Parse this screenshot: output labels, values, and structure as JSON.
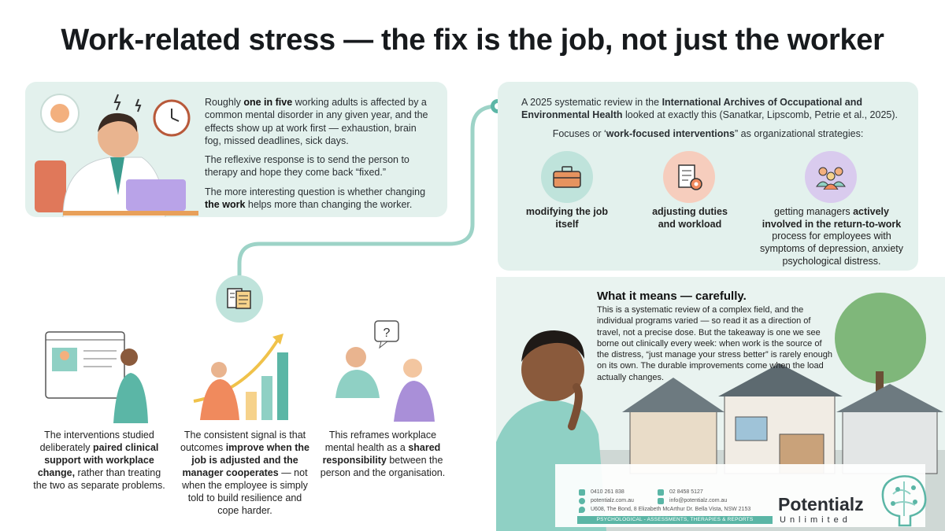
{
  "title": "Work-related stress — the fix is the job, not just the worker",
  "intro": {
    "p1_a": "Roughly ",
    "p1_b": "one in five",
    "p1_c": " working adults is affected by a common mental disorder in any given year, and the effects show up at work first — exhaustion, brain fog, missed deadlines, sick days.",
    "p2": "The reflexive response is to send the person to therapy and hope they come back “fixed.”",
    "p3_a": "The more interesting question is whether changing ",
    "p3_b": "the work",
    "p3_c": " helps more than changing the worker."
  },
  "review": {
    "h_a": "A 2025 systematic review in the ",
    "h_b": "International Archives of Occupational and Environmental Health",
    "h_c": " looked at exactly this (Sanatkar, Lipscomb, Petrie et al., 2025).",
    "sub_a": "Focuses or ‘",
    "sub_b": "work-focused interventions",
    "sub_c": "” as organizational strategies:",
    "item1": "modifying the job itself",
    "item2": "adjusting duties and workload",
    "item3_a": "getting managers ",
    "item3_b": "actively involved in the return-to-work",
    "item3_c": " process for employees with symptoms of depression, anxiety psychological distress."
  },
  "findings": {
    "f1_a": "The interventions studied deliberately ",
    "f1_b": "paired clinical support with workplace change,",
    "f1_c": " rather than treating the two as separate problems.",
    "f2_a": "The consistent signal is that outcomes ",
    "f2_b": "improve when the job is adjusted and the manager cooperates",
    "f2_c": " — not when the employee is simply told to build resilience and cope harder.",
    "f3_a": "This reframes workplace mental health as a ",
    "f3_b": "shared responsibility",
    "f3_c": " between the person and the organisation.",
    "bubble": "?"
  },
  "meaning": {
    "title": "What it means — carefully.",
    "text": "This is a systematic review of a complex field, and the individual programs varied — so read it as a direction of travel, not a precise dose. But the takeaway is one we see borne out clinically every week: when work is the source of the distress, “just manage your stress better” is rarely enough on its own. The durable improvements come when the load actually changes."
  },
  "footer": {
    "phone1": "0410 261 838",
    "phone2": "02 8458 5127",
    "web": "potentialz.com.au",
    "email": "info@potentialz.com.au",
    "address": "U608, The Bond, 8 Elizabeth McArthur Dr. Bella Vista, NSW 2153",
    "tagline": "PSYCHOLOGICAL - ASSESSMENTS, THERAPIES & REPORTS",
    "logo_main": "Potentialz",
    "logo_sub": "Unlimited"
  },
  "colors": {
    "panel": "#e3f1ed",
    "teal": "#5bb6a6",
    "accent_orange": "#f08a5d",
    "accent_purple": "#a98fd8"
  }
}
